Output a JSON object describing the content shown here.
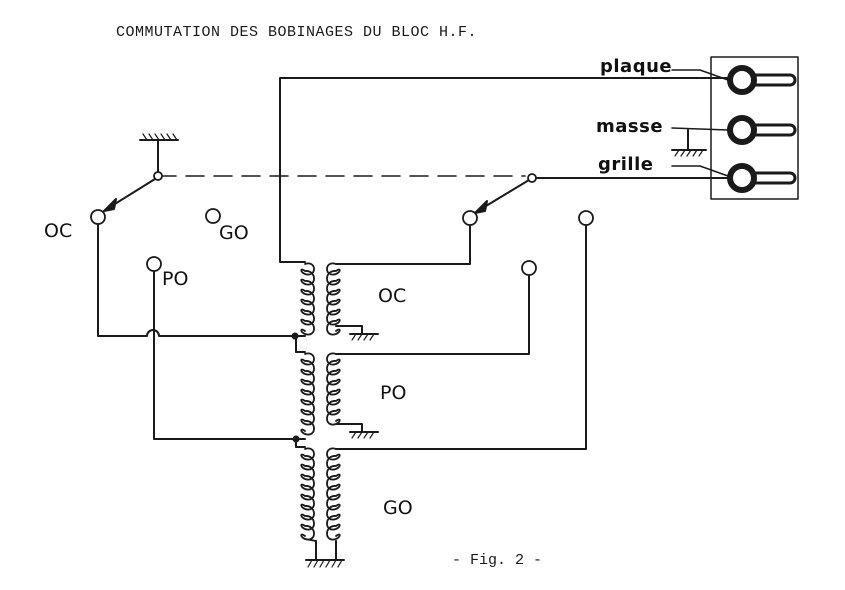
{
  "title": "COMMUTATION DES BOBINAGES DU BLOC H.F.",
  "terminals": {
    "plaque": "plaque",
    "masse": "masse",
    "grille": "grille"
  },
  "switch_labels": {
    "oc": "OC",
    "go": "GO",
    "po": "PO"
  },
  "coil_labels": {
    "oc": "OC",
    "po": "PO",
    "go": "GO"
  },
  "caption": "- Fig. 2 -",
  "colors": {
    "ink": "#1a1a1a",
    "paper": "#ffffff"
  }
}
